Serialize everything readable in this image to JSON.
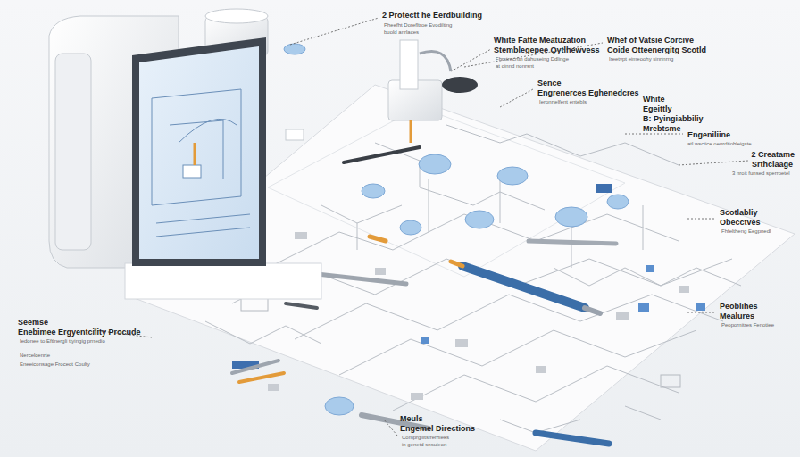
{
  "diagram": {
    "labels": [
      "2 Protectt he Eerdbuilding",
      "Pheefht Dorefltroe Evodilting",
      "buold anrlaces",
      "White Fatte Meatuzation",
      "Stemblegepee Qytlhewvess",
      "Fhrstrecrttn dahuseing Ddlinge",
      "at oinnd nonrsnt",
      "Whef of Vatsie Corcive",
      "Coide Otteenergitg Scotld",
      "Ireetvpt eimeoohy sinrinrng",
      "Sence",
      "Engrenerces Eghenedcres",
      "Ieronrtelfent entebls",
      "White",
      "Egeittly",
      "B: Pyingiabbiliy",
      "Mrebtsme",
      "Engeniliine",
      "atl wsctice oenrdtiohleigste",
      "2 Creatame",
      "Srthclaage",
      "3 nroit funsed sperroetel",
      "Scotlabliy",
      "Obecctves",
      "Fhfeltheng Eegpnedl",
      "Peoblihes",
      "Mealures",
      "Peopornitres Fenotiee",
      "Seemse",
      "Enebimee Ergyentcility Procude",
      "Iedonee to Eftlnergli ttyingig prnedio",
      "Nercelcenrte",
      "Eneeiconsage Froceot Coulty",
      "Meuls",
      "Engemel Directions",
      "Comprgiiitsfrerhieks",
      "in genetd snsuleon"
    ]
  }
}
